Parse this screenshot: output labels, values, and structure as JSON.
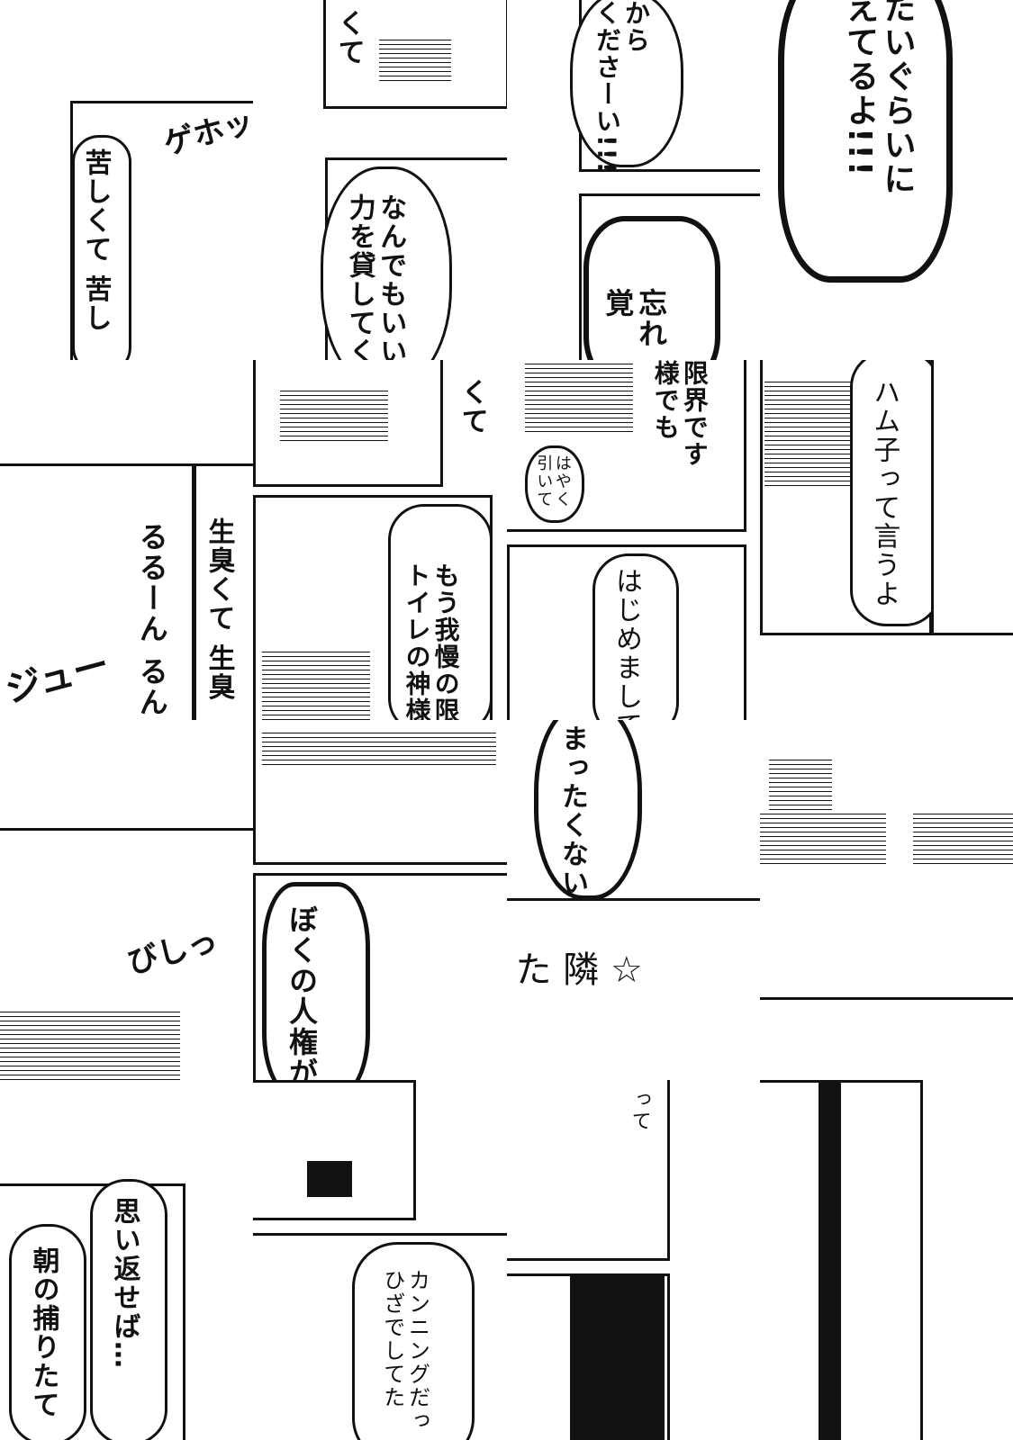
{
  "tiles": [
    {
      "texts": [
        "苦しくて 苦し"
      ],
      "sfx": "ゲホッ"
    },
    {
      "texts": [
        "くて",
        "なんでもいい\n力を貸してく"
      ]
    },
    {
      "texts": [
        "から\nくださーい!!!",
        "忘れ\n覚"
      ]
    },
    {
      "texts": [
        "たいぐらいに\nえてるよ!!!"
      ]
    },
    {
      "texts": [
        "るるーん るん",
        "生臭くて 生臭"
      ],
      "sfx": "ジュー"
    },
    {
      "texts": [
        "くて",
        "もう我慢の限\nトイレの神様"
      ]
    },
    {
      "texts": [
        "限界です\n様でも",
        "はやく\n引いて",
        "はじめまして"
      ]
    },
    {
      "texts": [
        "ハム子って言うよ"
      ]
    },
    {
      "texts": [],
      "sfx": "びしっ"
    },
    {
      "texts": [
        "ぼくの人権がま"
      ]
    },
    {
      "texts": [
        "まったくない"
      ],
      "sfx": "た 隣 ☆"
    },
    {
      "texts": []
    },
    {
      "texts": [
        "思い返せば…",
        "朝の捕りたて"
      ]
    },
    {
      "texts": [
        "カンニングだっ\nひざでしてた"
      ]
    },
    {
      "texts": [
        "って"
      ]
    },
    {
      "texts": []
    }
  ]
}
